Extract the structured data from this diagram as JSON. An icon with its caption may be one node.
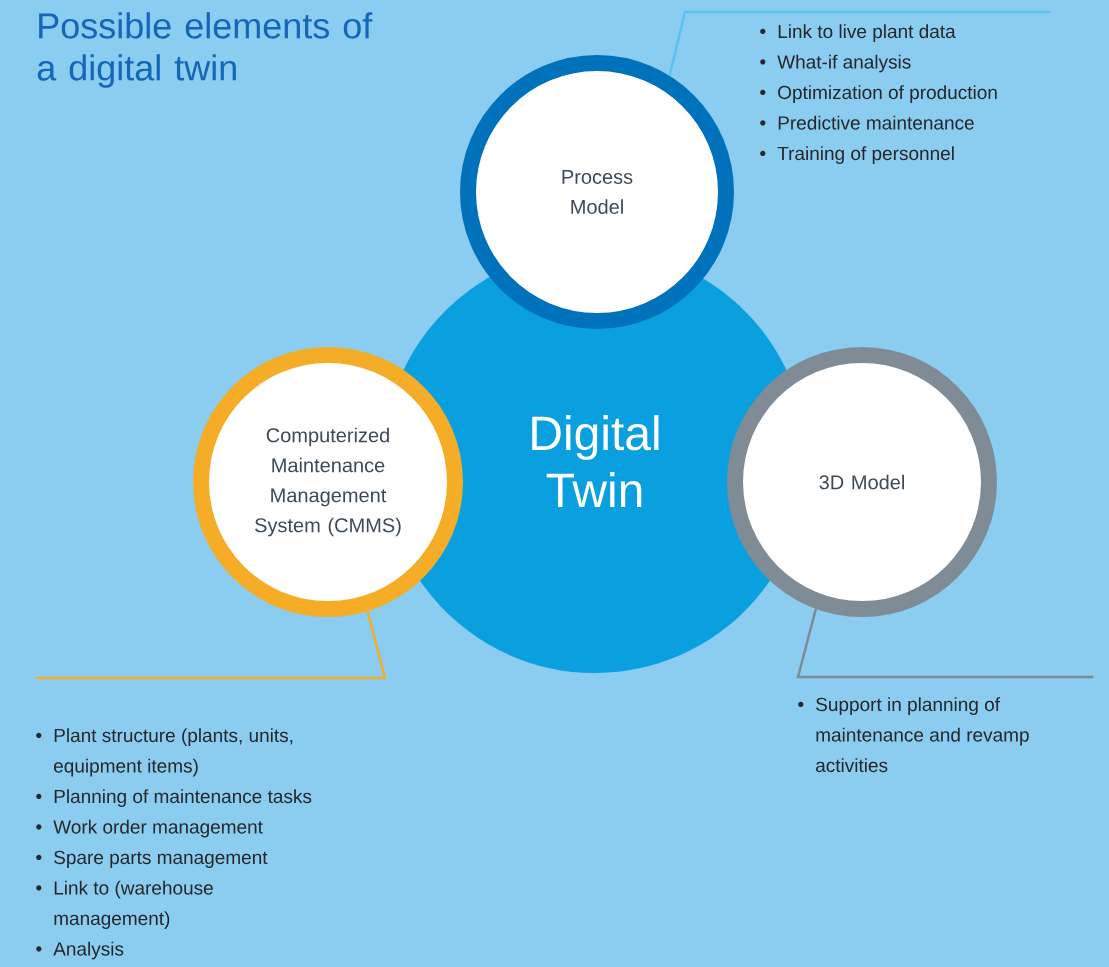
{
  "diagram": {
    "title": "Possible elements of a digital twin",
    "nodes": [
      {
        "text": [
          "Digital Twin"
        ]
      },
      {
        "text": [
          "Process Model"
        ]
      },
      {
        "text": [
          "Computerized Maintenance Management System (CMMS)"
        ]
      },
      {
        "text": [
          "3D Model"
        ]
      },
      {
        "text": [
          "Link to live plant data",
          "What-if analysis",
          "Optimization of production",
          "Predictive maintenance",
          "Training of personnel"
        ]
      },
      {
        "text": [
          "Plant structure (plants, units, equipment items)",
          "Planning of maintenance tasks",
          "Work order management",
          "Spare parts management",
          "Link to (warehouse management)",
          "Analysis"
        ]
      },
      {
        "text": [
          "Support in planning of maintenance and revamp activities"
        ]
      }
    ],
    "edges": [
      {
        "from": 1,
        "to": 4,
        "arrow": "none",
        "color": "#5bc2f0"
      },
      {
        "from": 2,
        "to": 5,
        "arrow": "none",
        "color": "#f5ad28"
      },
      {
        "from": 3,
        "to": 6,
        "arrow": "none",
        "color": "#7f8c95"
      }
    ]
  }
}
